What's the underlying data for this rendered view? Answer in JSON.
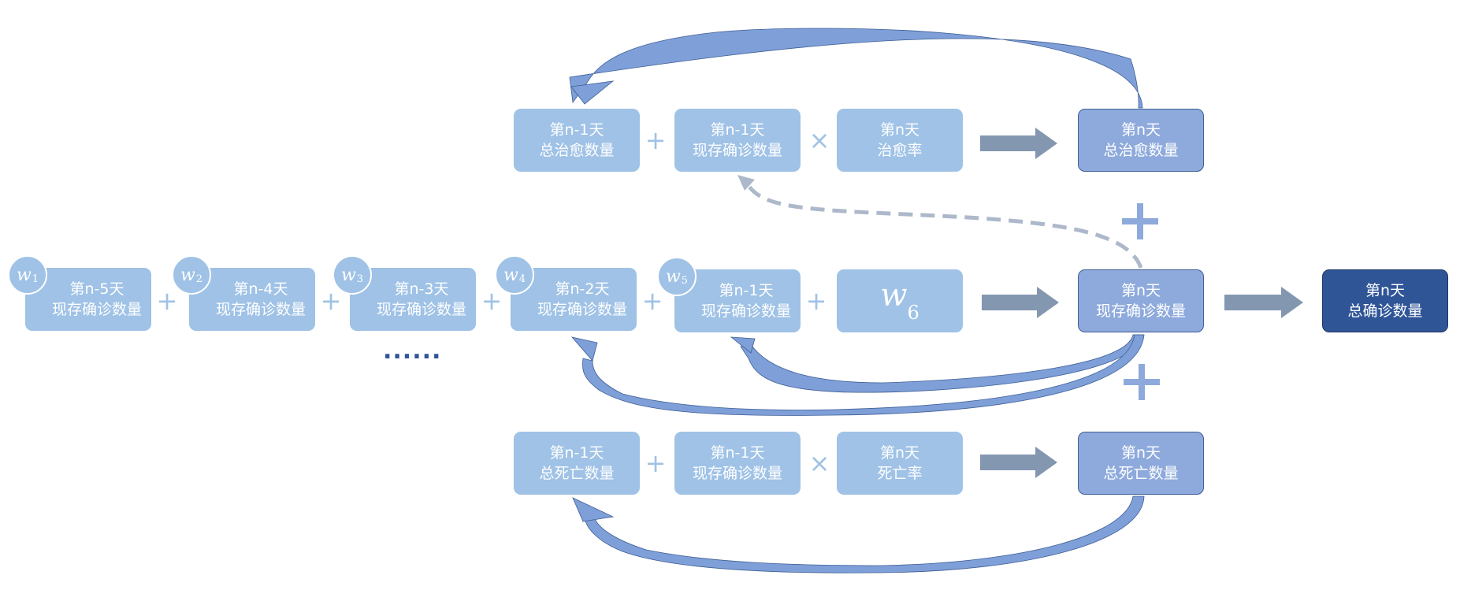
{
  "colors": {
    "box": "#9fc2e6",
    "output_box": "#8eaadc",
    "final_box": "#2f5597",
    "arrow": "#8497b0",
    "curve": "#7f9fd9"
  },
  "top_row": {
    "box1": {
      "line1": "第n-1天",
      "line2": "总治愈数量"
    },
    "op1": "+",
    "box2": {
      "line1": "第n-1天",
      "line2": "现存确诊数量"
    },
    "op2": "×",
    "box3": {
      "line1": "第n天",
      "line2": "治愈率"
    },
    "result": {
      "line1": "第n天",
      "line2": "总治愈数量"
    }
  },
  "middle_row": {
    "items": [
      {
        "weight": "w",
        "sub": "1",
        "line1": "第n-5天",
        "line2": "现存确诊数量"
      },
      {
        "weight": "w",
        "sub": "2",
        "line1": "第n-4天",
        "line2": "现存确诊数量"
      },
      {
        "weight": "w",
        "sub": "3",
        "line1": "第n-3天",
        "line2": "现存确诊数量"
      },
      {
        "weight": "w",
        "sub": "4",
        "line1": "第n-2天",
        "line2": "现存确诊数量"
      },
      {
        "weight": "w",
        "sub": "5",
        "line1": "第n-1天",
        "line2": "现存确诊数量"
      }
    ],
    "ops": [
      "+",
      "+",
      "+",
      "+",
      "+"
    ],
    "ellipsis": "......",
    "bias": {
      "weight": "w",
      "sub": "6"
    },
    "result": {
      "line1": "第n天",
      "line2": "现存确诊数量"
    },
    "final": {
      "line1": "第n天",
      "line2": "总确诊数量"
    }
  },
  "bottom_row": {
    "box1": {
      "line1": "第n-1天",
      "line2": "总死亡数量"
    },
    "op1": "+",
    "box2": {
      "line1": "第n-1天",
      "line2": "现存确诊数量"
    },
    "op2": "×",
    "box3": {
      "line1": "第n天",
      "line2": "死亡率"
    },
    "result": {
      "line1": "第n天",
      "line2": "总死亡数量"
    }
  },
  "sum_ops": [
    "+",
    "+"
  ]
}
